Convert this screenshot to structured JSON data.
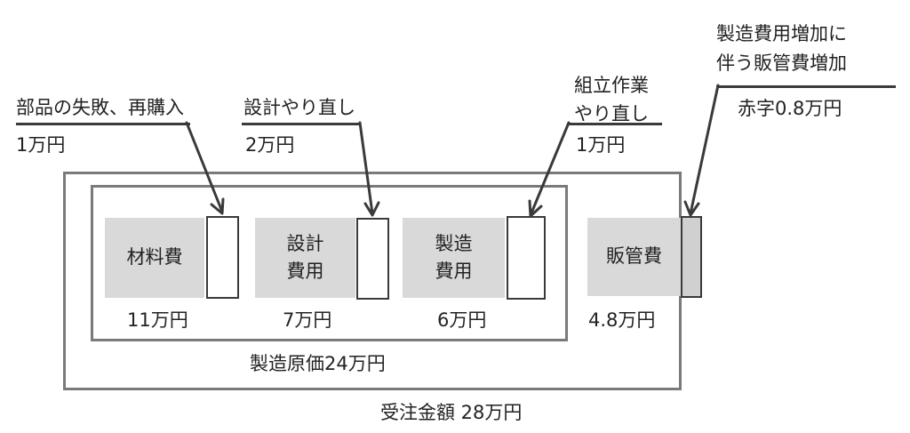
{
  "annotations": {
    "material_loss": {
      "label": "部品の失敗、再購入",
      "amount": "1万円"
    },
    "design_redo": {
      "label": "設計やり直し",
      "amount": "2万円"
    },
    "assembly_redo": {
      "label": "組立作業\nやり直し",
      "amount": "1万円"
    },
    "sga_increase": {
      "label": "製造費用増加に\n伴う販管費増加",
      "amount": "赤字0.8万円"
    }
  },
  "cells": {
    "material": {
      "label": "材料費",
      "amount": "11万円"
    },
    "design": {
      "label": "設計\n費用",
      "amount": "7万円"
    },
    "manufacturing": {
      "label": "製造\n費用",
      "amount": "6万円"
    },
    "sga": {
      "label": "販管費",
      "amount": "4.8万円"
    }
  },
  "groups": {
    "manufacturing_cost": "製造原価24万円",
    "order_amount": "受注金額 28万円"
  },
  "colors": {
    "cell_fill": "#d9d9d9",
    "frame": "#7a7a7a",
    "line": "#3a3a3a",
    "deficit_fill": "#d0d0d0"
  }
}
